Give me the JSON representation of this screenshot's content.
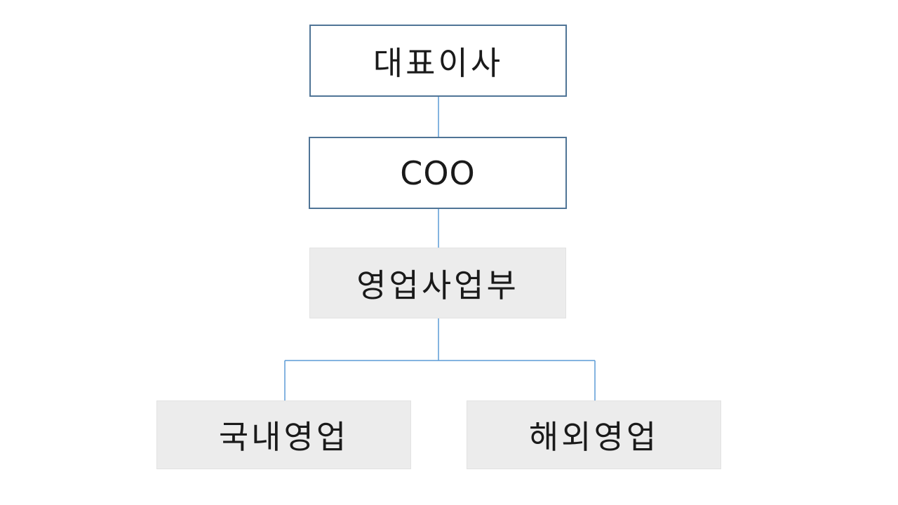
{
  "org_chart": {
    "ceo": "대표이사",
    "coo": "COO",
    "sales_division": "영업사업부",
    "domestic_sales": "국내영업",
    "overseas_sales": "해외영업"
  },
  "colors": {
    "connector": "#5b9bd5",
    "outlined_border": "#4f7496",
    "filled_box": "#ececec",
    "text": "#1a1a1a"
  }
}
